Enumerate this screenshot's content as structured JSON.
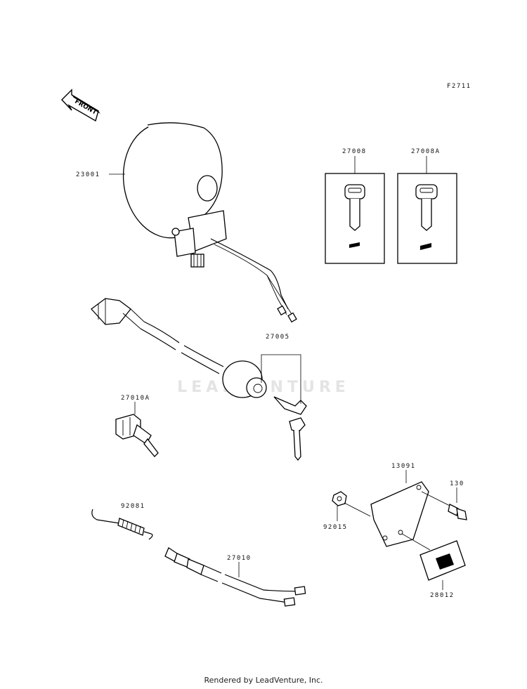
{
  "diagram": {
    "figure_code": "F2711",
    "front_arrow_label": "FRONT",
    "watermark": "LEADVENTURE",
    "footer": "Rendered by LeadVenture, Inc."
  },
  "parts": [
    {
      "id": "p23001",
      "number": "23001"
    },
    {
      "id": "p27008",
      "number": "27008"
    },
    {
      "id": "p27008a",
      "number": "27008A"
    },
    {
      "id": "p27005",
      "number": "27005"
    },
    {
      "id": "p27010a",
      "number": "27010A"
    },
    {
      "id": "p13091",
      "number": "13091"
    },
    {
      "id": "p130",
      "number": "130"
    },
    {
      "id": "p92081",
      "number": "92081"
    },
    {
      "id": "p92015",
      "number": "92015"
    },
    {
      "id": "p27010",
      "number": "27010"
    },
    {
      "id": "p28012",
      "number": "28012"
    }
  ]
}
